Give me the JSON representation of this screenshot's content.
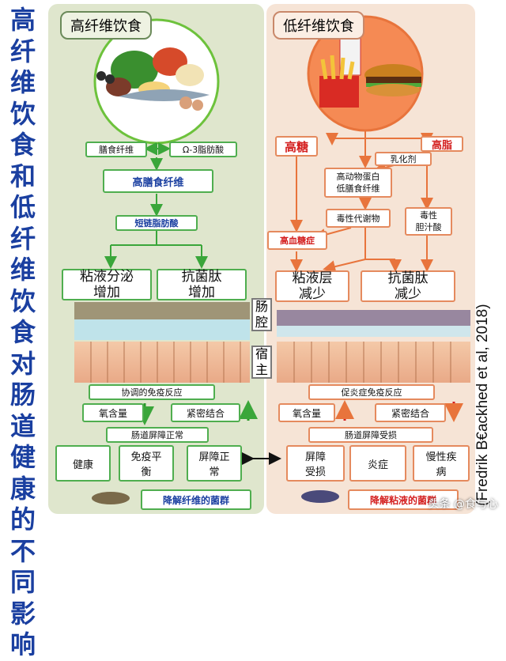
{
  "title_chars": [
    "高",
    "纤",
    "维",
    "饮",
    "食",
    "和",
    "低",
    "纤",
    "维",
    "饮",
    "食",
    "对",
    "肠",
    "道",
    "健",
    "康",
    "的",
    "不",
    "同",
    "影",
    "响"
  ],
  "citation": "(Fredrik B€ackhed et al, 2018)",
  "left": {
    "header": "高纤维饮食",
    "fiber": "膳食纤维",
    "omega3": "Ω-3脂肪酸",
    "high_fiber": "高膳食纤维",
    "scfa": "短链脂肪酸",
    "mucus": "粘液分泌\n增加",
    "amp": "抗菌肽\n增加",
    "immune": "协调的免疫反应",
    "oxygen": "氧含量",
    "tight": "紧密结合",
    "barrier": "肠道屏障正常",
    "health": "健康",
    "immune_balance": "免疫平\n衡",
    "barrier_ok": "屏障正\n常",
    "microbe": "降解纤维的菌群"
  },
  "right": {
    "header": "低纤维饮食",
    "sugar": "高糖",
    "fat": "高脂",
    "emulsifier": "乳化剂",
    "protein": "高动物蛋白\n低膳食纤维",
    "toxic": "毒性代谢物",
    "bile": "毒性\n胆汁酸",
    "hyperglycemia": "高血糖症",
    "mucus": "粘液层\n减少",
    "amp": "抗菌肽\n减少",
    "immune": "促炎症免疫反应",
    "oxygen": "氧含量",
    "tight": "紧密结合",
    "barrier": "肠道屏障受损",
    "damage": "屏障\n受损",
    "inflammation": "炎症",
    "chronic": "慢性疾\n病",
    "microbe": "降解粘液的菌群"
  },
  "lumen": "肠\n腔",
  "host": "宿\n主",
  "watermark": "头条 @食与心",
  "colors": {
    "green": "#3aa63a",
    "orange": "#e8743c",
    "blue": "#1a3fa0",
    "red": "#d42020"
  }
}
